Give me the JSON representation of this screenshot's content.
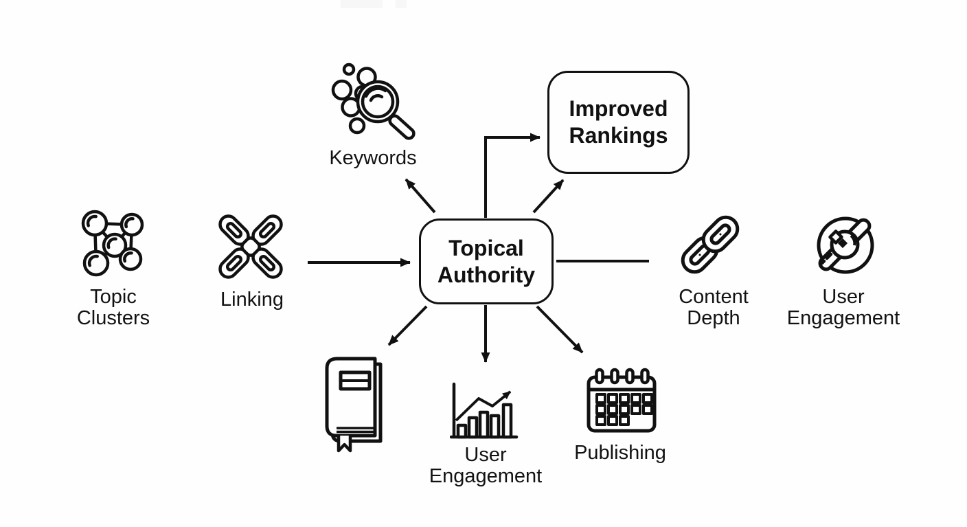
{
  "canvas": {
    "background": "#fefefe",
    "ink": "#111111",
    "top_edge_artifact_color": "#f7f7f7"
  },
  "nodes": {
    "center": {
      "label": "Topical\nAuthority"
    },
    "outcome": {
      "label": "Improved\nRankings"
    },
    "topic_clusters": {
      "label": "Topic\nClusters",
      "icon": "molecule-cluster-icon"
    },
    "linking": {
      "label": "Linking",
      "icon": "crossed-chain-links-icon"
    },
    "keywords": {
      "label": "Keywords",
      "icon": "magnifier-bubbles-icon"
    },
    "content_depth": {
      "label": "Content\nDepth",
      "icon": "chain-link-icon"
    },
    "user_engagement_right": {
      "label": "User\nEngagement",
      "icon": "circle-wrench-icon"
    },
    "book": {
      "label": "",
      "icon": "book-icon"
    },
    "user_engagement_bottom": {
      "label": "User\nEngagement",
      "icon": "growth-bar-chart-icon"
    },
    "publishing": {
      "label": "Publishing",
      "icon": "calendar-icon"
    }
  },
  "edges": [
    {
      "from": "linking",
      "to": "center",
      "arrow": true,
      "style": "straight"
    },
    {
      "from": "center",
      "to": "keywords",
      "arrow": true,
      "style": "diagonal"
    },
    {
      "from": "center",
      "to": "outcome",
      "arrow": true,
      "style": "elbow"
    },
    {
      "from": "center",
      "to": "outcome",
      "arrow": true,
      "style": "diagonal"
    },
    {
      "from": "center",
      "to": "content_depth",
      "arrow": false,
      "style": "straight"
    },
    {
      "from": "center",
      "to": "book",
      "arrow": true,
      "style": "diagonal"
    },
    {
      "from": "center",
      "to": "user_engagement_bottom",
      "arrow": true,
      "style": "straight"
    },
    {
      "from": "center",
      "to": "publishing",
      "arrow": true,
      "style": "diagonal"
    }
  ]
}
